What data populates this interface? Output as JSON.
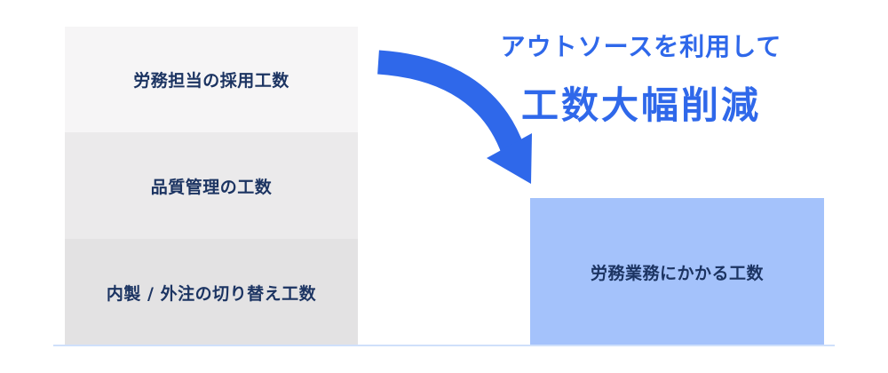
{
  "before": {
    "blocks": [
      {
        "label": "労務担当の採用工数"
      },
      {
        "label": "品質管理の工数"
      },
      {
        "label": "内製 / 外注の切り替え工数"
      }
    ]
  },
  "after": {
    "block_label": "労務業務にかかる工数"
  },
  "caption": {
    "line1": "アウトソースを利用して",
    "line2": "工数大幅削減"
  },
  "colors": {
    "accent": "#2f68ea",
    "result_block": "#a4c2fb",
    "text_dark": "#1c3462"
  }
}
